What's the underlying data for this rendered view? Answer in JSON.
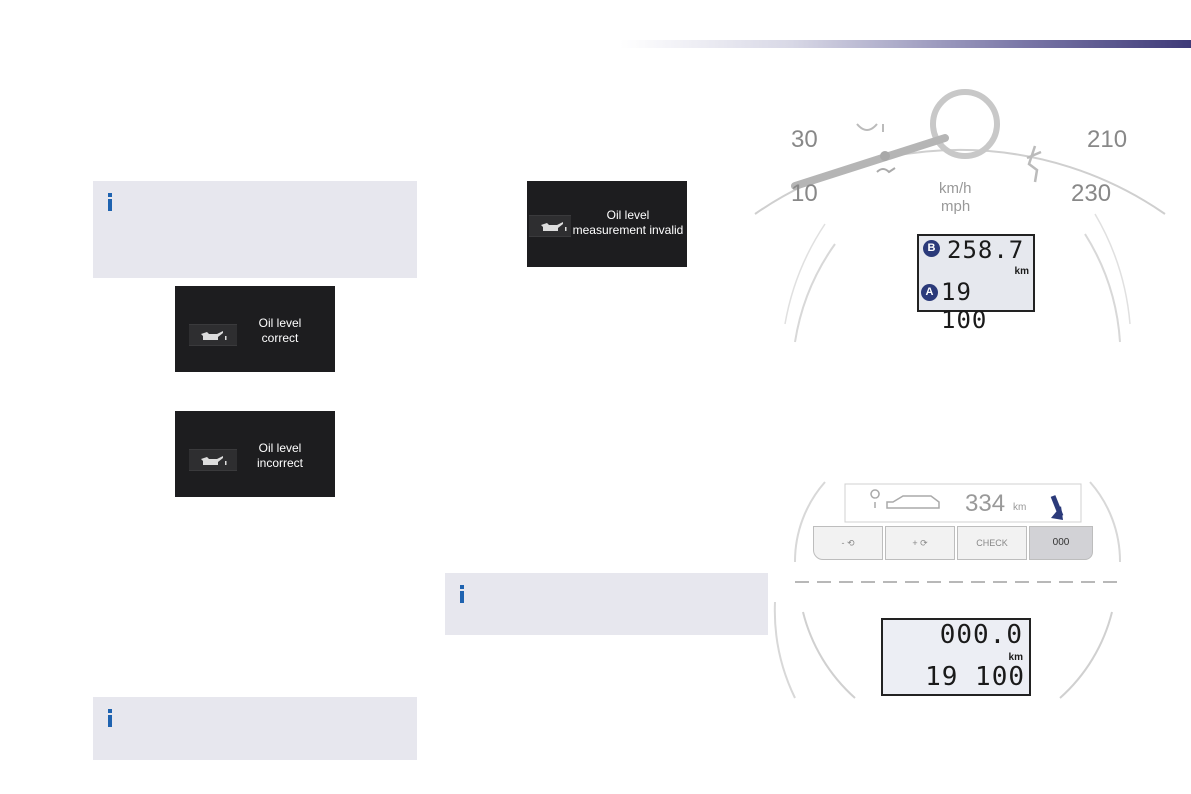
{
  "oil_screens": {
    "correct": {
      "line1": "Oil level",
      "line2": "correct"
    },
    "incorrect": {
      "line1": "Oil level",
      "line2": "incorrect"
    },
    "invalid": {
      "line1": "Oil level",
      "line2": "measurement invalid"
    }
  },
  "dash_top": {
    "gauge_labels": {
      "left_top": "30",
      "left_bottom": "10",
      "right_top": "210",
      "right_bottom": "230",
      "unit1": "km/h",
      "unit2": "mph"
    },
    "lcd": {
      "marker_b": "B",
      "trip_b": "258.7",
      "unit": "km",
      "marker_a": "A",
      "odometer": "19 100"
    }
  },
  "dash_bottom": {
    "range_value": "334",
    "range_unit": "km",
    "buttons": [
      "-",
      "+",
      "CHECK",
      "000"
    ],
    "lcd": {
      "trip": "000.0",
      "unit": "km",
      "odometer": "19 100"
    }
  },
  "colors": {
    "accent": "#3e3a78",
    "info_icon": "#1f63b0",
    "info_bg": "#e7e7ee",
    "screen_bg": "#1d1d1f"
  }
}
